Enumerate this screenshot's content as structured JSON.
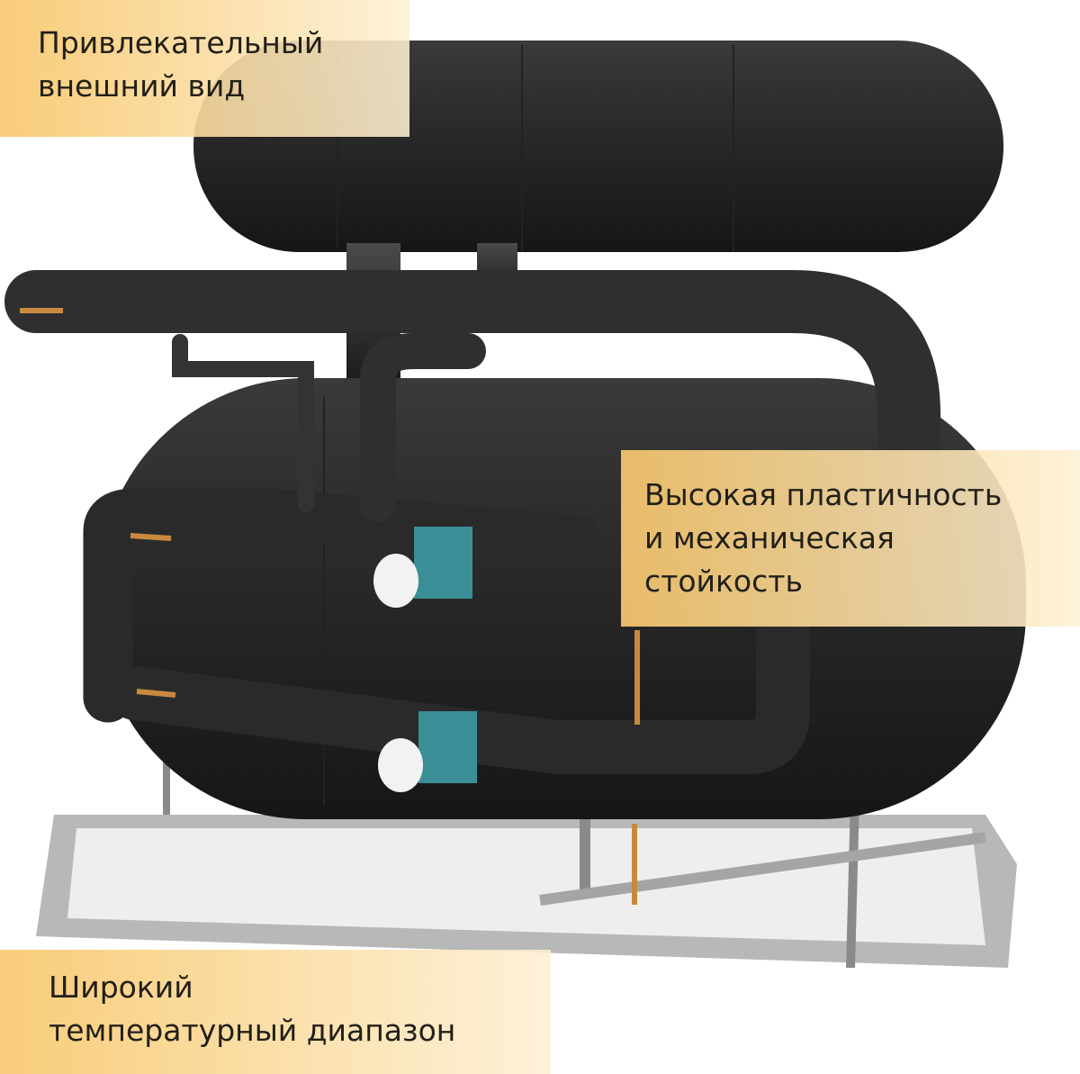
{
  "features": [
    {
      "line1": "Привлекательный",
      "line2": "внешний вид"
    },
    {
      "line1": "Высокая пластичность",
      "line2": "и механическая",
      "line3": "стойкость"
    },
    {
      "line1": "Широкий",
      "line2": "температурный диапазон"
    }
  ],
  "colors": {
    "insulation": "#2b2b2b",
    "frame": "#9a9a9a",
    "valve": "#3a8f96",
    "label_start": "#f8c86e",
    "label_end": "#fdf0d4"
  }
}
